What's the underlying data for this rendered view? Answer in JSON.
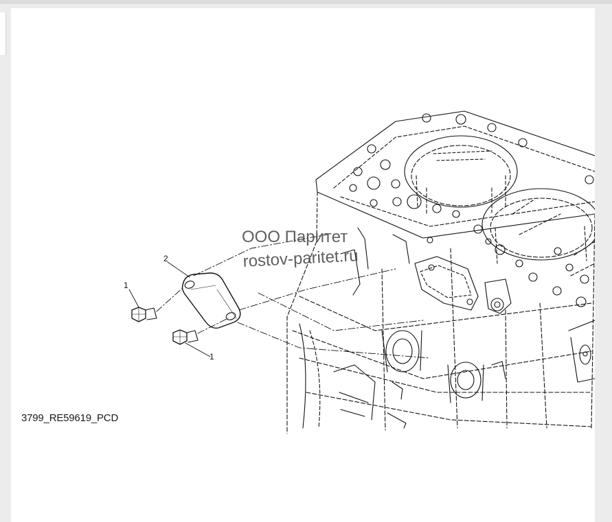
{
  "figure": {
    "code_label": "3799_RE59619_PCD",
    "callouts": [
      "1",
      "2",
      "1"
    ]
  },
  "watermark": {
    "line1": "ООО Паритет",
    "line2": "rostov-paritet.ru"
  },
  "colors": {
    "page_bg": "#ececec",
    "sheet_bg": "#ffffff",
    "line": "#111111",
    "watermark": "#3c3c3c"
  }
}
